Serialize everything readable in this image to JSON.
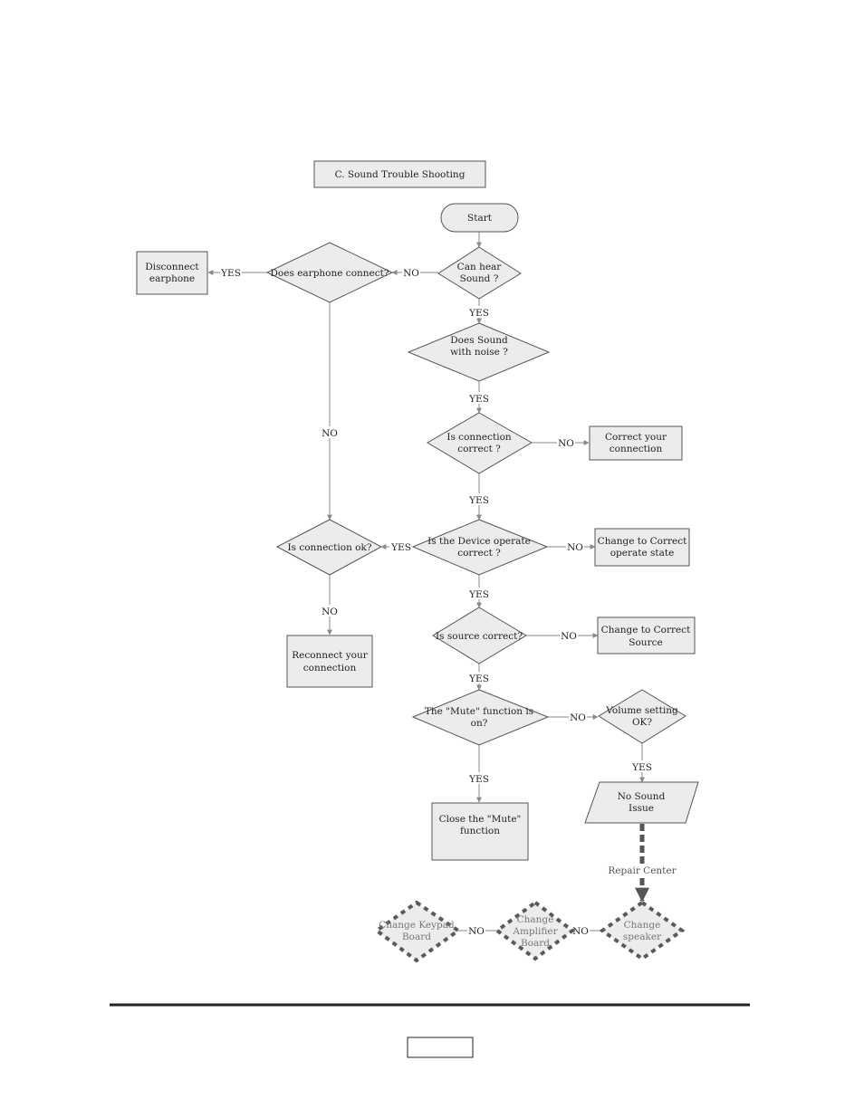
{
  "title": "C. Sound Trouble Shooting",
  "footer_page_label": "",
  "nodes": {
    "start": "Start",
    "can_hear_sound": [
      "Can hear",
      "Sound ?"
    ],
    "earphone_connect": [
      "Does  earphone connect?"
    ],
    "disconnect_earphone": [
      "Disconnect",
      "earphone"
    ],
    "sound_noise": [
      "Does Sound",
      "with noise ?"
    ],
    "connection_correct": [
      "Is connection",
      "correct ?"
    ],
    "correct_connection": [
      "Correct your",
      "connection"
    ],
    "device_operate": [
      "Is the Device operate",
      "correct  ?"
    ],
    "change_operate": [
      "Change to Correct",
      "operate state"
    ],
    "connection_ok": [
      "Is  connection ok?"
    ],
    "reconnect": [
      "Reconnect your",
      "connection"
    ],
    "source_correct": [
      "Is source correct?"
    ],
    "change_source": [
      "Change to Correct",
      "Source"
    ],
    "mute_on": [
      "The \"Mute\"  function is",
      "on?"
    ],
    "volume_ok": [
      "Volume setting",
      "OK?"
    ],
    "close_mute": [
      "Close the \"Mute\"",
      "function"
    ],
    "no_sound_issue": [
      "No Sound",
      "Issue"
    ],
    "change_speaker": [
      "Change",
      "speaker"
    ],
    "change_amplifier": [
      "Change",
      "Amplifier",
      "Board"
    ],
    "change_keypad": [
      "Change Keypad",
      "Board"
    ]
  },
  "edge_labels": {
    "yes": "YES",
    "no": "NO",
    "repair_center": "Repair Center"
  }
}
